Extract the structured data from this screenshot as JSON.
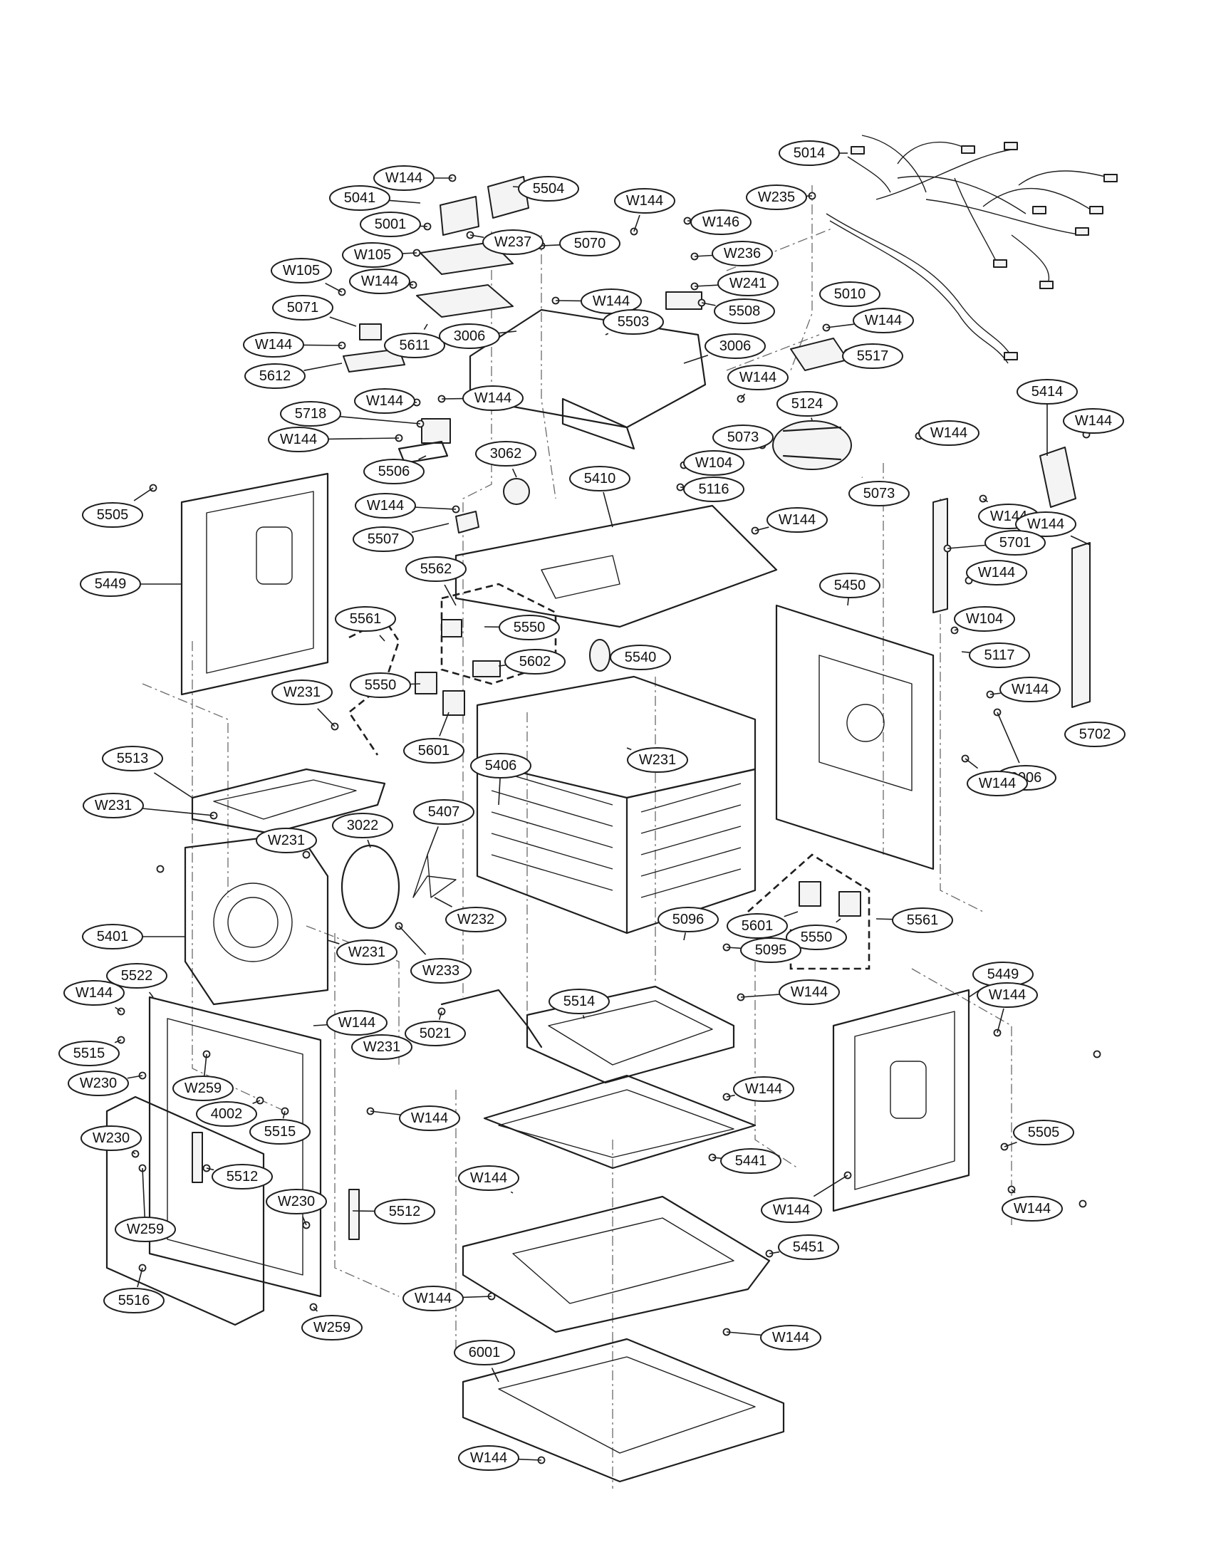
{
  "callouts": [
    {
      "label": "5014"
    },
    {
      "label": "W144"
    },
    {
      "label": "5504"
    },
    {
      "label": "5041"
    },
    {
      "label": "5001"
    },
    {
      "label": "W237"
    },
    {
      "label": "W105"
    },
    {
      "label": "5070"
    },
    {
      "label": "W144"
    },
    {
      "label": "W146"
    },
    {
      "label": "W235"
    },
    {
      "label": "W236"
    },
    {
      "label": "W241"
    },
    {
      "label": "5010"
    },
    {
      "label": "W105"
    },
    {
      "label": "W144"
    },
    {
      "label": "W144"
    },
    {
      "label": "5071"
    },
    {
      "label": "W144"
    },
    {
      "label": "5611"
    },
    {
      "label": "3006"
    },
    {
      "label": "5503"
    },
    {
      "label": "5508"
    },
    {
      "label": "W144"
    },
    {
      "label": "5612"
    },
    {
      "label": "3006"
    },
    {
      "label": "5517"
    },
    {
      "label": "W144"
    },
    {
      "label": "W144"
    },
    {
      "label": "5718"
    },
    {
      "label": "5124"
    },
    {
      "label": "5414"
    },
    {
      "label": "W144"
    },
    {
      "label": "W144"
    },
    {
      "label": "5073"
    },
    {
      "label": "W144"
    },
    {
      "label": "W144"
    },
    {
      "label": "W104"
    },
    {
      "label": "5506"
    },
    {
      "label": "3062"
    },
    {
      "label": "5410"
    },
    {
      "label": "5073"
    },
    {
      "label": "5116"
    },
    {
      "label": "W144"
    },
    {
      "label": "5505"
    },
    {
      "label": "W144"
    },
    {
      "label": "W144"
    },
    {
      "label": "5507"
    },
    {
      "label": "W144"
    },
    {
      "label": "5701"
    },
    {
      "label": "W144"
    },
    {
      "label": "5562"
    },
    {
      "label": "5449"
    },
    {
      "label": "5450"
    },
    {
      "label": "5561"
    },
    {
      "label": "5550"
    },
    {
      "label": "W104"
    },
    {
      "label": "5602"
    },
    {
      "label": "5540"
    },
    {
      "label": "5117"
    },
    {
      "label": "5550"
    },
    {
      "label": "W144"
    },
    {
      "label": "W231"
    },
    {
      "label": "5702"
    },
    {
      "label": "3006"
    },
    {
      "label": "5513"
    },
    {
      "label": "5601"
    },
    {
      "label": "W231"
    },
    {
      "label": "5406"
    },
    {
      "label": "W144"
    },
    {
      "label": "W231"
    },
    {
      "label": "5407"
    },
    {
      "label": "W231"
    },
    {
      "label": "3022"
    },
    {
      "label": "5096"
    },
    {
      "label": "5601"
    },
    {
      "label": "5550"
    },
    {
      "label": "5561"
    },
    {
      "label": "W232"
    },
    {
      "label": "5401"
    },
    {
      "label": "W231"
    },
    {
      "label": "5095"
    },
    {
      "label": "W233"
    },
    {
      "label": "5522"
    },
    {
      "label": "5514"
    },
    {
      "label": "5449"
    },
    {
      "label": "W144"
    },
    {
      "label": "W144"
    },
    {
      "label": "W144"
    },
    {
      "label": "W144"
    },
    {
      "label": "5515"
    },
    {
      "label": "5021"
    },
    {
      "label": "W231"
    },
    {
      "label": "W230"
    },
    {
      "label": "W259"
    },
    {
      "label": "W144"
    },
    {
      "label": "4002"
    },
    {
      "label": "5515"
    },
    {
      "label": "W144"
    },
    {
      "label": "W230"
    },
    {
      "label": "5441"
    },
    {
      "label": "5505"
    },
    {
      "label": "5512"
    },
    {
      "label": "W144"
    },
    {
      "label": "W230"
    },
    {
      "label": "W144"
    },
    {
      "label": "W144"
    },
    {
      "label": "5512"
    },
    {
      "label": "W259"
    },
    {
      "label": "5451"
    },
    {
      "label": "5516"
    },
    {
      "label": "W144"
    },
    {
      "label": "W259"
    },
    {
      "label": "W144"
    },
    {
      "label": "6001"
    },
    {
      "label": "W144"
    }
  ]
}
